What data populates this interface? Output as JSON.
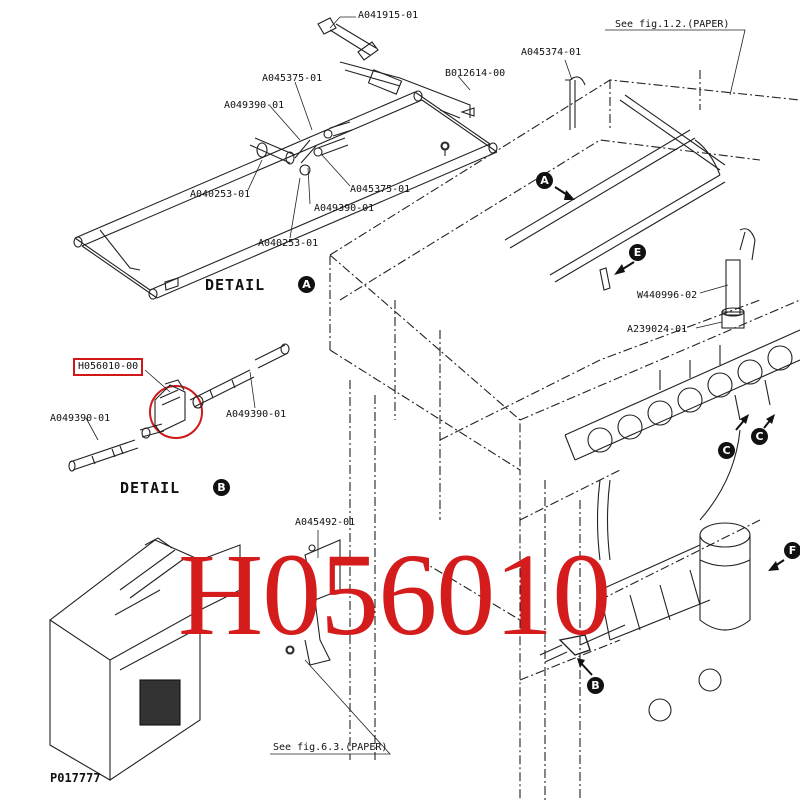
{
  "watermark": "H056010",
  "highlighted_part": "H056010-00",
  "page_code": "P017777",
  "part_labels": {
    "a041915": "A041915-01",
    "a045375_top": "A045375-01",
    "a049390_top": "A049390-01",
    "b012614": "B012614-00",
    "a040253_left": "A040253-01",
    "a045375_right": "A045375-01",
    "a049390_mid": "A049390-01",
    "a040253_low": "A040253-01",
    "a045374": "A045374-01",
    "w440996": "W440996-02",
    "a239024": "A239024-01",
    "a049390_b_right": "A049390-01",
    "a049390_b_left": "A049390-01",
    "a045492": "A045492-01"
  },
  "references": {
    "fig_1_2": "See fig.1.2.(PAPER)",
    "fig_6_3": "See fig.6.3.(PAPER)"
  },
  "details": {
    "a": {
      "label": "DETAIL",
      "letter": "A"
    },
    "b": {
      "label": "DETAIL",
      "letter": "B"
    }
  },
  "markers": {
    "a": "A",
    "e": "E",
    "c1": "C",
    "c2": "C",
    "f": "F",
    "b": "B"
  }
}
